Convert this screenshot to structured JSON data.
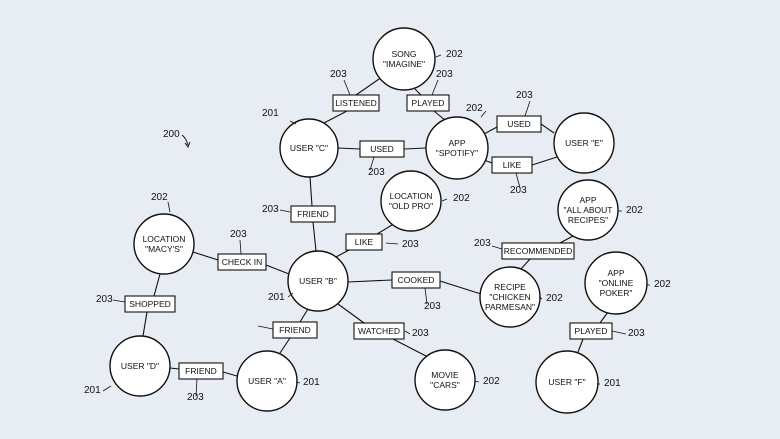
{
  "figure_number": "200",
  "nodes": {
    "song_imagine": {
      "lines": [
        "SONG",
        "\"IMAGINE\""
      ],
      "ref": "202"
    },
    "user_c": {
      "lines": [
        "USER \"C\""
      ],
      "ref": "201"
    },
    "app_spotify": {
      "lines": [
        "APP",
        "\"SPOTIFY\""
      ],
      "ref": "202"
    },
    "user_e": {
      "lines": [
        "USER \"E\""
      ],
      "ref": ""
    },
    "location_old_pro": {
      "lines": [
        "LOCATION",
        "\"OLD PRO\""
      ],
      "ref": "202"
    },
    "app_all_about_recipes": {
      "lines": [
        "APP",
        "\"ALL ABOUT",
        "RECIPES\""
      ],
      "ref": "202"
    },
    "location_macys": {
      "lines": [
        "LOCATION",
        "\"MACY'S\""
      ],
      "ref": "202"
    },
    "user_b": {
      "lines": [
        "USER \"B\""
      ],
      "ref": "201"
    },
    "recipe_chicken_parmesan": {
      "lines": [
        "RECIPE",
        "\"CHICKEN",
        "PARMESAN\""
      ],
      "ref": "202"
    },
    "app_online_poker": {
      "lines": [
        "APP",
        "\"ONLINE",
        "POKER\""
      ],
      "ref": "202"
    },
    "user_d": {
      "lines": [
        "USER \"D\""
      ],
      "ref": "201"
    },
    "user_a": {
      "lines": [
        "USER \"A\""
      ],
      "ref": "201"
    },
    "movie_cars": {
      "lines": [
        "MOVIE",
        "\"CARS\""
      ],
      "ref": "202"
    },
    "user_f": {
      "lines": [
        "USER \"F\""
      ],
      "ref": "201"
    }
  },
  "edges": {
    "listened": {
      "label": "LISTENED",
      "from": "user_c",
      "to": "song_imagine",
      "ref": "203"
    },
    "played_spotify": {
      "label": "PLAYED",
      "from": "song_imagine",
      "to": "app_spotify",
      "ref": "203"
    },
    "used_c_spotify": {
      "label": "USED",
      "from": "user_c",
      "to": "app_spotify",
      "ref": "203"
    },
    "used_e_spotify": {
      "label": "USED",
      "from": "user_e",
      "to": "app_spotify",
      "ref": "203"
    },
    "like_e_spotify": {
      "label": "LIKE",
      "from": "user_e",
      "to": "app_spotify",
      "ref": "203"
    },
    "friend_c_b": {
      "label": "FRIEND",
      "from": "user_c",
      "to": "user_b",
      "ref": "203"
    },
    "like_b_oldpro": {
      "label": "LIKE",
      "from": "user_b",
      "to": "location_old_pro",
      "ref": "203"
    },
    "recommended": {
      "label": "RECOMMENDED",
      "from": "app_all_about_recipes",
      "to": "recipe_chicken_parmesan",
      "ref": "203"
    },
    "check_in": {
      "label": "CHECK IN",
      "from": "user_b",
      "to": "location_macys",
      "ref": "203"
    },
    "cooked": {
      "label": "COOKED",
      "from": "user_b",
      "to": "recipe_chicken_parmesan",
      "ref": "203"
    },
    "shopped": {
      "label": "SHOPPED",
      "from": "user_d",
      "to": "location_macys",
      "ref": "203"
    },
    "friend_b_a": {
      "label": "FRIEND",
      "from": "user_b",
      "to": "user_a",
      "ref": ""
    },
    "watched": {
      "label": "WATCHED",
      "from": "user_b",
      "to": "movie_cars",
      "ref": "203"
    },
    "friend_d_a": {
      "label": "FRIEND",
      "from": "user_d",
      "to": "user_a",
      "ref": "203"
    },
    "played_poker": {
      "label": "PLAYED",
      "from": "user_f",
      "to": "app_online_poker",
      "ref": "203"
    }
  }
}
